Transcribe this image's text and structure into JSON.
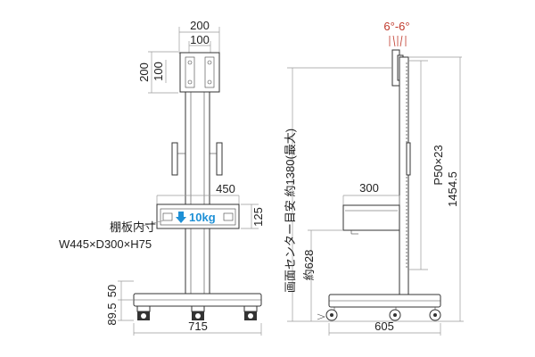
{
  "front_view": {
    "vesa_width_outer": "200",
    "vesa_width_inner": "100",
    "vesa_height_outer": "200",
    "vesa_height_inner": "100",
    "shelf_width": "450",
    "shelf_height": "125",
    "shelf_load": "10kg",
    "shelf_inner_label": "棚板内寸",
    "shelf_inner_dims": "W445×D300×H75",
    "caster_height": "89.5",
    "base_height": "50",
    "base_width": "715"
  },
  "side_view": {
    "tilt": "6°-6°",
    "shelf_depth": "300",
    "pitch": "P50×23",
    "total_height": "1454.5",
    "screen_center": "画面センター目安 約1380(最大)",
    "shelf_floor_height": "約628",
    "base_depth": "605"
  },
  "colors": {
    "line": "#333333",
    "dimension": "#9a9a9a",
    "accent_red": "#c0392b",
    "accent_blue": "#1e90d6"
  }
}
